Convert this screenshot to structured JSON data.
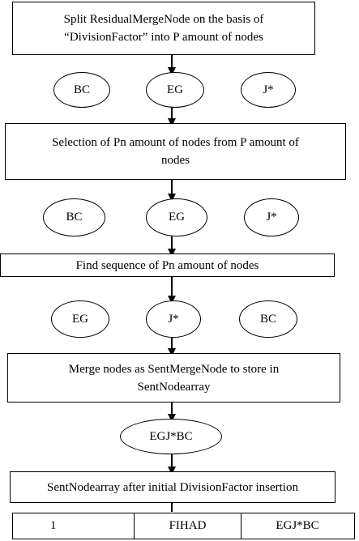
{
  "steps": {
    "split": "Split ResidualMergeNode on the basis of “DivisionFactor” into P amount of nodes",
    "select": "Selection of Pn amount of nodes from P amount of nodes",
    "sequence": "Find sequence of Pn amount of nodes",
    "merge": "Merge nodes as SentMergeNode to store in SentNodearray",
    "result": "SentNodearray after initial DivisionFactor insertion"
  },
  "nodes_row1": [
    "BC",
    "EG",
    "J*"
  ],
  "nodes_row2": [
    "BC",
    "EG",
    "J*"
  ],
  "nodes_row3": [
    "EG",
    "J*",
    "BC"
  ],
  "merged_node": "EGJ*BC",
  "array_cells": [
    "1",
    "FIHAD",
    "EGJ*BC"
  ]
}
